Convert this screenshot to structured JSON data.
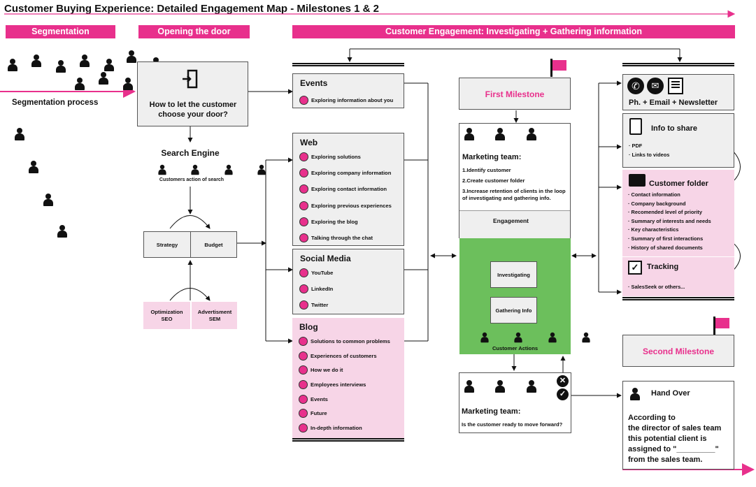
{
  "title": "Customer Buying Experience:  Detailed Engagement Map - Milestones 1 & 2",
  "headers": {
    "segmentation": "Segmentation",
    "opening": "Opening the door",
    "engagement": "Customer Engagement: Investigating + Gathering information"
  },
  "segmentation": {
    "process": "Segmentation process"
  },
  "door": {
    "question": "How to let the customer choose your door?",
    "search_engine": "Search Engine",
    "search_caption": "Customers action of search",
    "strategy": "Strategy",
    "budget": "Budget",
    "seo": "Optimization SEO",
    "sem": "Advertisment SEM"
  },
  "channels": {
    "events": {
      "title": "Events",
      "items": [
        "Exploring information about you"
      ]
    },
    "web": {
      "title": "Web",
      "items": [
        "Exploring solutions",
        "Exploring company information",
        "Exploring contact information",
        "Exploring previous experiences",
        "Exploring the blog",
        "Talking through the chat"
      ]
    },
    "social": {
      "title": "Social Media",
      "items": [
        "YouTube",
        "LinkedIn",
        "Twitter"
      ]
    },
    "blog": {
      "title": "Blog",
      "items": [
        "Solutions to common problems",
        "Experiences of customers",
        "How we do it",
        "Employees interviews",
        "Events",
        "Future",
        "In-depth information"
      ]
    }
  },
  "milestone1": {
    "label": "First Milestone",
    "team_title": "Marketing team:",
    "steps": [
      "1.Identify customer",
      "2.Create customer folder",
      "3.Increase retention of clients in the loop of investigating and gathering info."
    ],
    "engagement": "Engagement",
    "investigating": "Investigating",
    "gathering": "Gathering Info",
    "customer_actions": "Customer Actions",
    "ready_title": "Marketing team:",
    "ready_question": "Is the customer ready to move forward?"
  },
  "right": {
    "contact": "Ph. + Email + Newsletter",
    "info_title": "Info to share",
    "info_items": [
      "· PDF",
      "· Links to videos"
    ],
    "folder_title": "Customer folder",
    "folder_items": [
      "· Contact information",
      "· Company background",
      "· Recomended level of priority",
      "· Summary of interests and needs",
      "· Key characteristics",
      "· Summary of first interactions",
      "· History of shared documents"
    ],
    "tracking_title": "Tracking",
    "tracking_item": "· SalesSeek or others..."
  },
  "milestone2": {
    "label": "Second  Milestone",
    "handover_title": "Hand Over",
    "handover_text_1": "According to",
    "handover_text_2": "the director of sales team",
    "handover_text_3": "this potential client is",
    "handover_text_4": "assigned to \"_________\"",
    "handover_text_5": "from the sales team."
  },
  "colors": {
    "accent": "#e8308c",
    "pink_bg": "#f7d5e7",
    "green": "#6cbf5c",
    "gray": "#efefef"
  }
}
